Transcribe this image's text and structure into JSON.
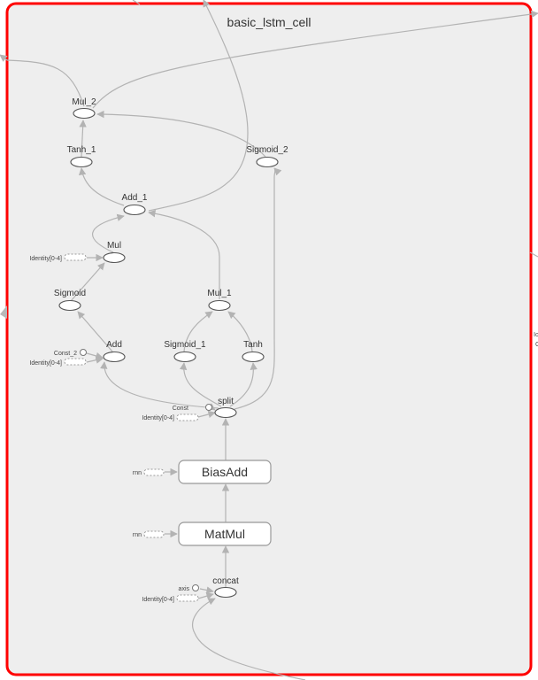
{
  "cluster": {
    "title": "basic_lstm_cell",
    "frame_color": "#ff0000",
    "background_color": "#eeeeee"
  },
  "nodes": {
    "mul_2": "Mul_2",
    "tanh_1": "Tanh_1",
    "sigmoid_2": "Sigmoid_2",
    "add_1": "Add_1",
    "mul": "Mul",
    "sigmoid": "Sigmoid",
    "add": "Add",
    "mul_1": "Mul_1",
    "sigmoid_1": "Sigmoid_1",
    "tanh": "Tanh",
    "split": "split",
    "biasadd": "BiasAdd",
    "matmul": "MatMul",
    "concat": "concat"
  },
  "side_inputs": {
    "mul_identity": "Identity[0-4]",
    "add_const_2": "Const_2",
    "add_identity": "Identity[0-4]",
    "split_const": "Const",
    "split_identity": "Identity[0-4]",
    "biasadd_rnn": "rnn",
    "matmul_rnn": "rnn",
    "concat_axis": "axis",
    "concat_identity": "Identity[0-4]"
  },
  "right_edge_text": {
    "line1": "Ic",
    "line2": "C"
  }
}
